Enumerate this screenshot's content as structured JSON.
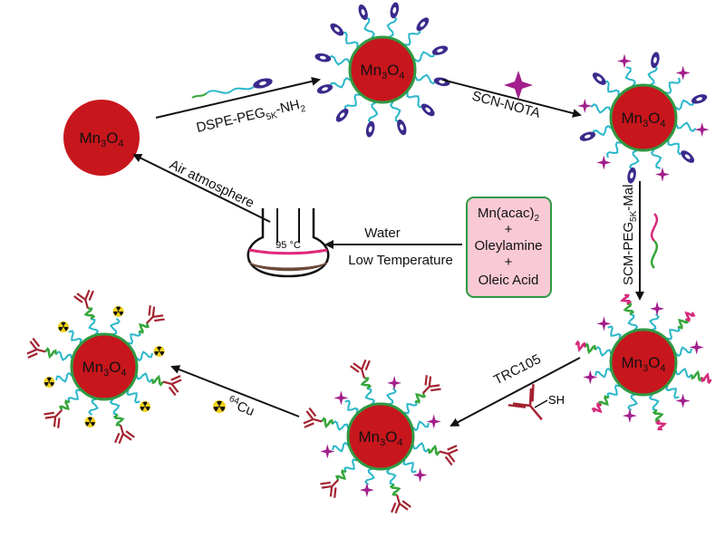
{
  "colors": {
    "core": "#c8161d",
    "shell": "#2e9a43",
    "peg": "#2ab7c9",
    "dspe_head": "#3a2a8c",
    "nota": "#a21f8c",
    "mal_green": "#36a53a",
    "mal_pink": "#d6287a",
    "antibody": "#a32330",
    "flask_fill": "#6b4a3a",
    "flask_rim": "#e0287a",
    "box_fill": "#f9c9d6",
    "box_border": "#2e9a43"
  },
  "nanoparticles": {
    "np1": {
      "label": "Mn",
      "sub1": "3",
      "mid": "O",
      "sub2": "4"
    },
    "np2": {
      "label": "Mn",
      "sub1": "3",
      "mid": "O",
      "sub2": "4"
    },
    "np3": {
      "label": "Mn",
      "sub1": "3",
      "mid": "O",
      "sub2": "4"
    },
    "np4": {
      "label": "Mn",
      "sub1": "3",
      "mid": "O",
      "sub2": "4"
    },
    "np5": {
      "label": "Mn",
      "sub1": "3",
      "mid": "O",
      "sub2": "4"
    },
    "np6": {
      "label": "Mn",
      "sub1": "3",
      "mid": "O",
      "sub2": "4"
    }
  },
  "steps": {
    "dspe": {
      "base": "DSPE-PEG",
      "sub": "5K",
      "tail": "-NH",
      "sub2": "2"
    },
    "scn": "SCN-NOTA",
    "scm": {
      "base": "SCM-PEG",
      "sub": "5K",
      "tail": "-Mal"
    },
    "trc": "TRC105",
    "sh": "SH",
    "cu": {
      "sup": "64",
      "base": "Cu"
    },
    "air": "Air atmosphere",
    "water": "Water",
    "lowtemp": "Low Temperature",
    "temp": "95 °C"
  },
  "reagent_box": {
    "line1": "Mn(acac)",
    "line1_sub": "2",
    "plus1": "+",
    "line2": "Oleylamine",
    "plus2": "+",
    "line3": "Oleic Acid"
  }
}
